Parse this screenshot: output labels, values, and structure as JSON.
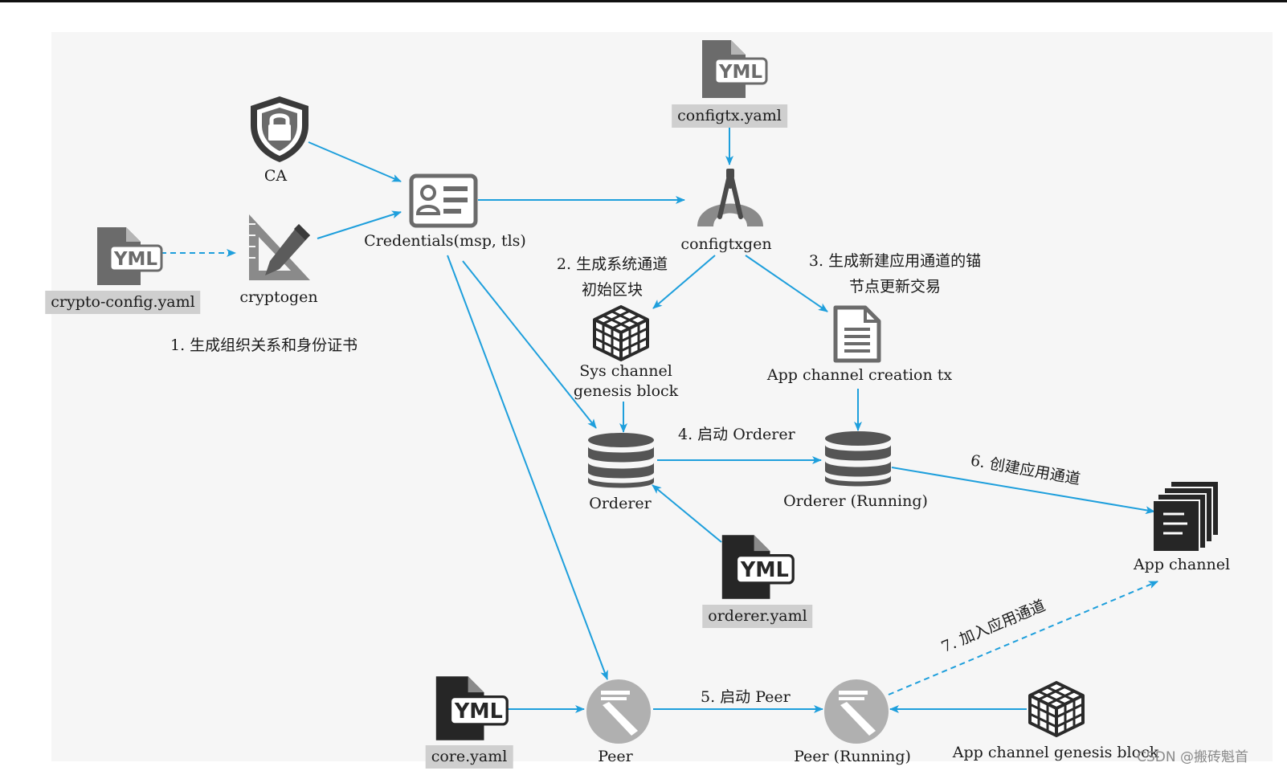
{
  "nodes": {
    "ca": "CA",
    "crypto_config": "crypto-config.yaml",
    "cryptogen": "cryptogen",
    "credentials": "Credentials(msp, tls)",
    "configtx": "configtx.yaml",
    "configtxgen": "configtxgen",
    "sys_genesis": [
      "Sys channel",
      "genesis block"
    ],
    "app_channel_tx": "App channel creation tx",
    "orderer": "Orderer",
    "orderer_running": "Orderer (Running)",
    "orderer_yaml": "orderer.yaml",
    "app_channel": "App channel",
    "core_yaml": "core.yaml",
    "peer": "Peer",
    "peer_running": "Peer (Running)",
    "app_genesis": "App channel genesis block"
  },
  "icons": {
    "yml_text": "YML"
  },
  "steps": {
    "s1": "1. 生成组织关系和身份证书",
    "s2": [
      "2. 生成系统通道",
      "初始区块"
    ],
    "s3": [
      "3. 生成新建应用通道的锚",
      "节点更新交易"
    ],
    "s4": "4. 启动 Orderer",
    "s5": "5. 启动 Peer",
    "s6": "6. 创建应用通道",
    "s7": "7. 加入应用通道"
  },
  "watermark": "CSDN @搬砖魁首",
  "colors": {
    "arrow": "#1e9fdc",
    "icon_gray": "#6b6b6b",
    "icon_dark": "#262626",
    "label_box": "#cfcfcf"
  }
}
